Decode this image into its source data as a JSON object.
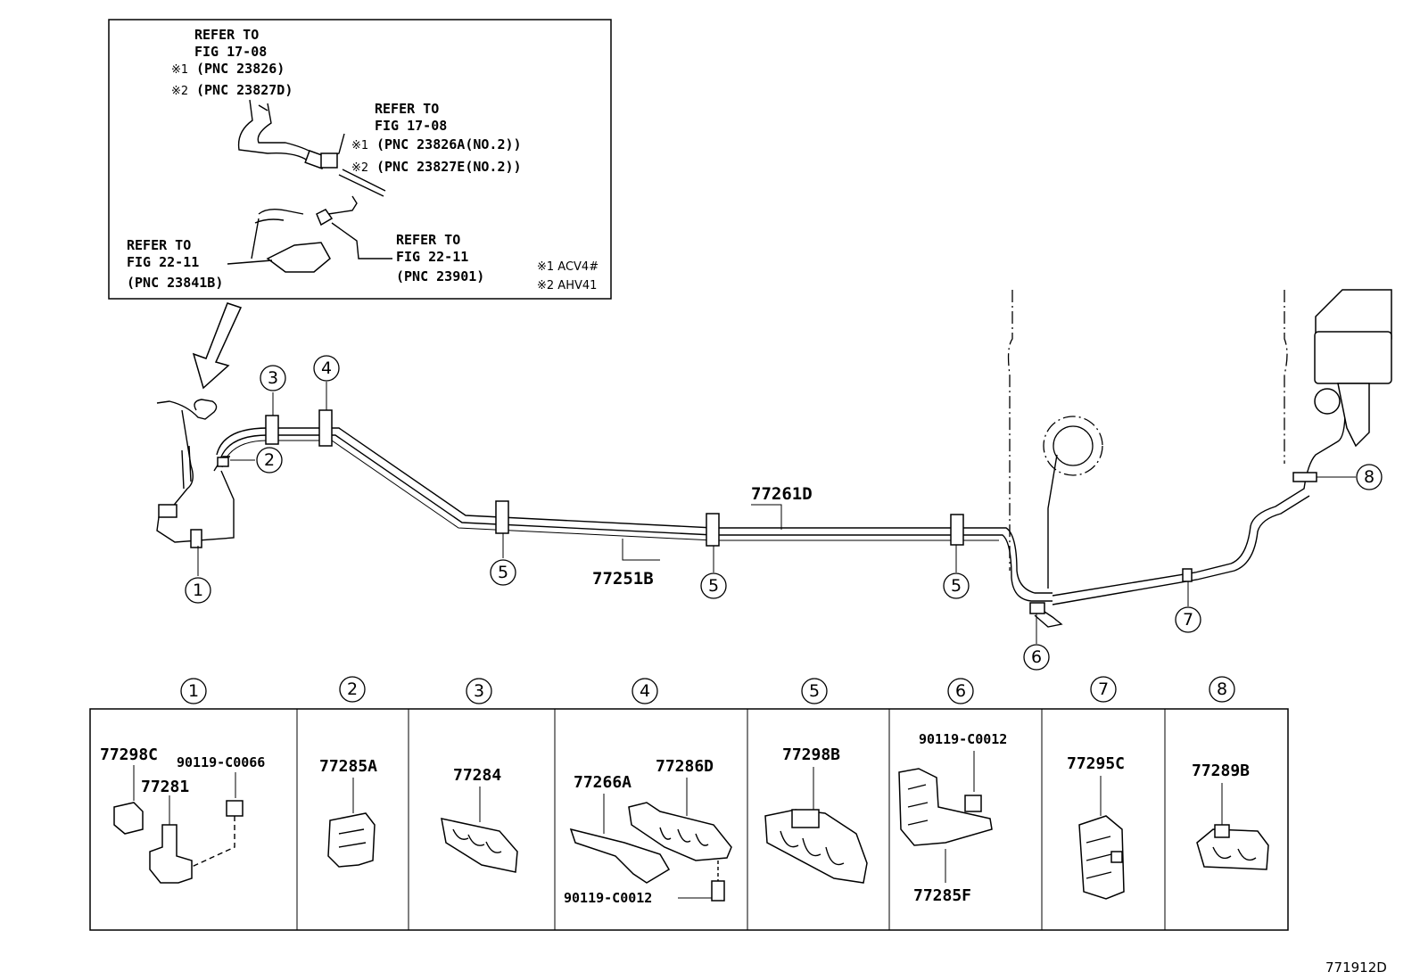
{
  "inset": {
    "ref1": [
      "REFER TO",
      "FIG 17-08",
      "(PNC 23826)",
      "(PNC 23827D)"
    ],
    "ref2": [
      "REFER TO",
      "FIG 17-08",
      "(PNC 23826A(NO.2))",
      "(PNC 23827E(NO.2))"
    ],
    "ref3": [
      "REFER TO",
      "FIG 22-11",
      "(PNC 23841B)"
    ],
    "ref4": [
      "REFER TO",
      "FIG 22-11",
      "(PNC 23901)"
    ],
    "marks": [
      "※1",
      "※2"
    ],
    "legend": [
      "※1 ACV4#",
      "※2 AHV41"
    ]
  },
  "tubes": {
    "upper": "77261D",
    "lower": "77251B"
  },
  "callouts": [
    "1",
    "2",
    "3",
    "4",
    "5",
    "6",
    "7",
    "8"
  ],
  "parts_table": {
    "headers": [
      "1",
      "2",
      "3",
      "4",
      "5",
      "6",
      "7",
      "8"
    ],
    "cells": [
      [
        "77298C",
        "77281",
        "90119-C0066"
      ],
      [
        "77285A"
      ],
      [
        "77284"
      ],
      [
        "77266A",
        "77286D",
        "90119-C0012"
      ],
      [
        "77298B"
      ],
      [
        "90119-C0012",
        "77285F"
      ],
      [
        "77295C"
      ],
      [
        "77289B"
      ]
    ]
  },
  "figure_code": "771912D"
}
